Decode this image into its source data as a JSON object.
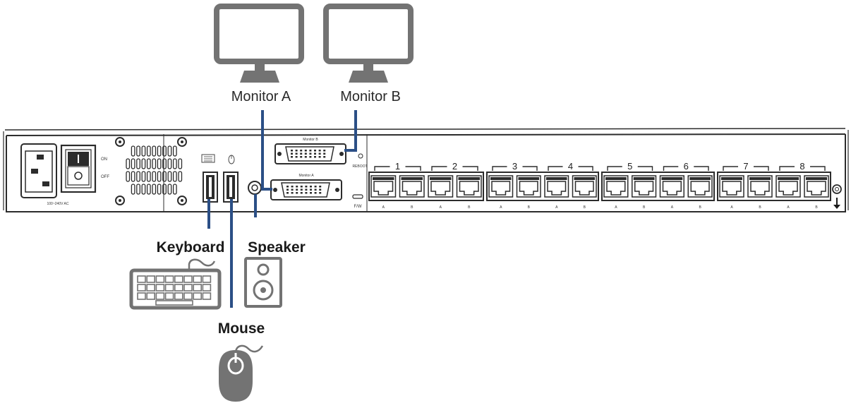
{
  "monitors": [
    {
      "label": "Monitor A"
    },
    {
      "label": "Monitor B"
    }
  ],
  "peripherals": {
    "keyboard": "Keyboard",
    "speaker": "Speaker",
    "mouse": "Mouse"
  },
  "panel": {
    "power_on": "ON",
    "power_off": "OFF",
    "voltage": "100~240V AC",
    "dvi_top": "Monitor B",
    "dvi_bottom": "Monitor A",
    "reboot": "REBOOT",
    "fw": "F/W",
    "port_groups": [
      "1",
      "2",
      "3",
      "4",
      "5",
      "6",
      "7",
      "8"
    ],
    "port_sub_labels": [
      "A",
      "B"
    ]
  },
  "colors": {
    "cable": "#2b4f86",
    "device_gray": "#737373",
    "panel_line": "#2c2c2c"
  },
  "icons": [
    "monitor-icon",
    "keyboard-icon",
    "speaker-icon",
    "mouse-icon",
    "usb-keyboard-icon",
    "usb-mouse-icon",
    "ground-icon",
    "fan-grille-icon",
    "power-switch-icon",
    "power-inlet-icon"
  ]
}
